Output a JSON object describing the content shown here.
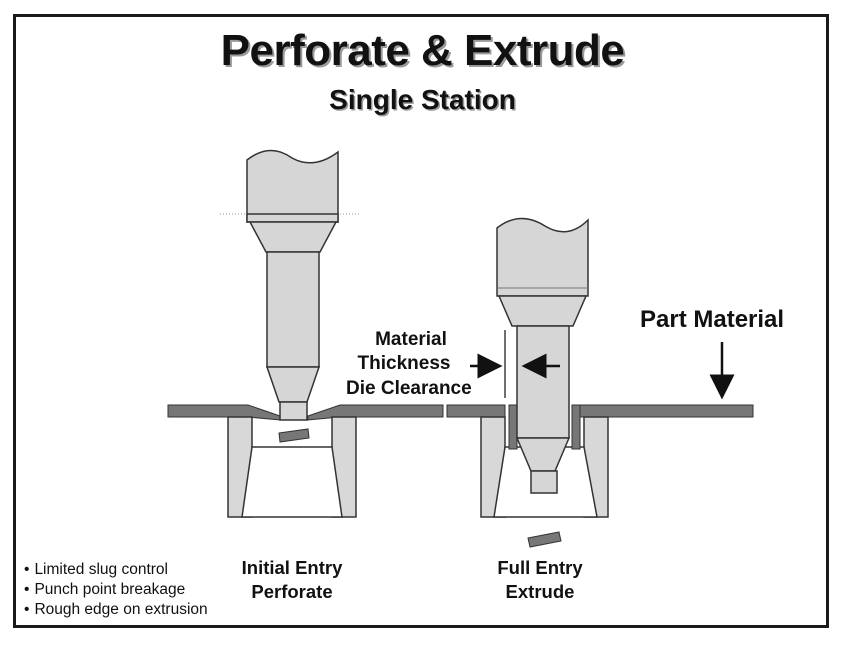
{
  "title": "Perforate & Extrude",
  "subtitle": "Single Station",
  "labels": {
    "part_material": "Part Material",
    "material_thickness_1": "Material",
    "material_thickness_2": "Thickness",
    "die_clearance": "Die Clearance",
    "initial_entry_1": "Initial Entry",
    "initial_entry_2": "Perforate",
    "full_entry_1": "Full Entry",
    "full_entry_2": "Extrude"
  },
  "notes": [
    "Limited slug control",
    "Punch point breakage",
    "Rough edge on extrusion"
  ],
  "colors": {
    "punch_fill": "#d6d6d6",
    "sheet_fill": "#777777",
    "slug_fill": "#777777",
    "die_fill": "#d8d8d8",
    "outline": "#333333"
  }
}
